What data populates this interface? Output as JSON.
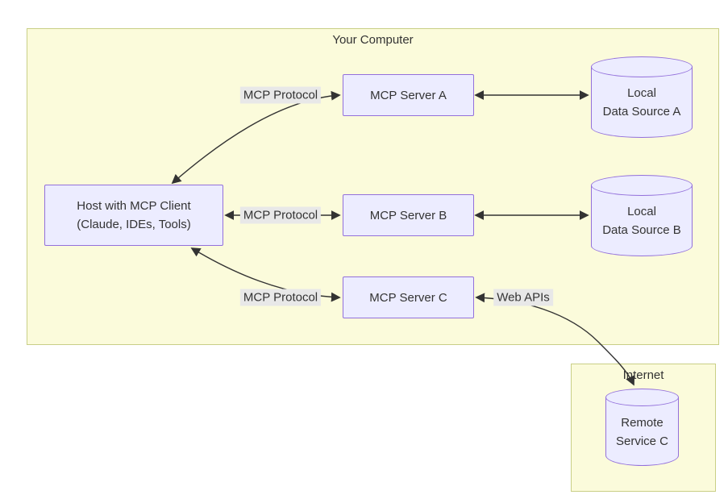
{
  "diagram": {
    "groups": {
      "your_computer": {
        "title": "Your Computer"
      },
      "internet": {
        "title": "Internet"
      }
    },
    "nodes": {
      "host": {
        "label": "Host with MCP Client\n(Claude, IDEs, Tools)"
      },
      "server_a": {
        "label": "MCP Server A"
      },
      "server_b": {
        "label": "MCP Server B"
      },
      "server_c": {
        "label": "MCP Server C"
      },
      "data_source_a": {
        "label": "Local\nData Source A"
      },
      "data_source_b": {
        "label": "Local\nData Source B"
      },
      "remote_service_c": {
        "label": "Remote\nService C"
      }
    },
    "edge_labels": {
      "protocol_a": "MCP Protocol",
      "protocol_b": "MCP Protocol",
      "protocol_c": "MCP Protocol",
      "web_apis": "Web APIs"
    },
    "colors": {
      "group_fill": "#fbfbdb",
      "group_border": "#c9cf86",
      "node_fill": "#ececff",
      "node_border": "#9370db",
      "edge_label_bg": "#e8e8e8",
      "arrow": "#333333",
      "text": "#333333"
    }
  }
}
